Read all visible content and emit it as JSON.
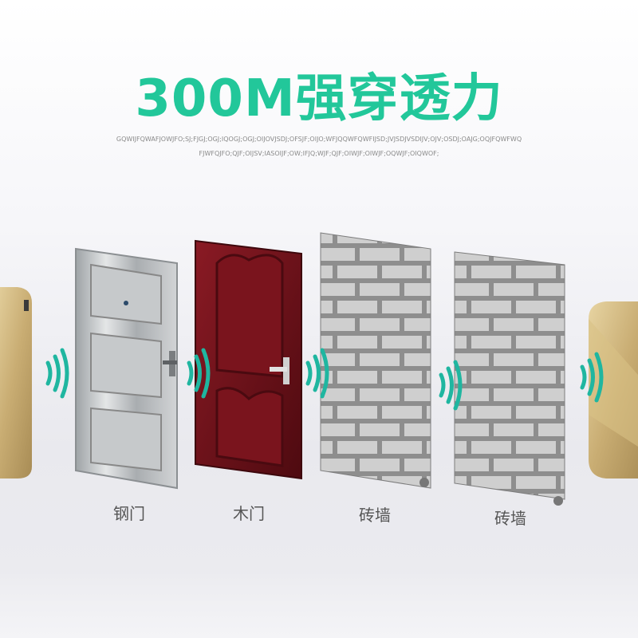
{
  "headline": "300M强穿透力",
  "fine_print": [
    "GQWIJFQWAFJOWJFO;SJ;FJGJ;OGJ;IQOGJ;OGJ;OIJOVJSDJ;OFSJF;OIJO;WFJQQWFQWFIJSD;JVJSDJVSDIJV;OJV;OSDJ;OAJG;OQJFQWFWQ",
    "FJWFQJFO;QJF;OIJSV;IASOIJF;OW;IFJQ;WJF;QJF;OIWJF;OIWJF;OQWJF;OIQWOF;"
  ],
  "obstacles": [
    {
      "label": "钢门"
    },
    {
      "label": "木门"
    },
    {
      "label": "砖墙"
    },
    {
      "label": "砖墙"
    }
  ],
  "colors": {
    "accent": "#22c79a",
    "gold": "#c9ad73",
    "steel": "#b9bdc0",
    "wood": "#6e0f18",
    "brick": "#8f8f8f"
  }
}
